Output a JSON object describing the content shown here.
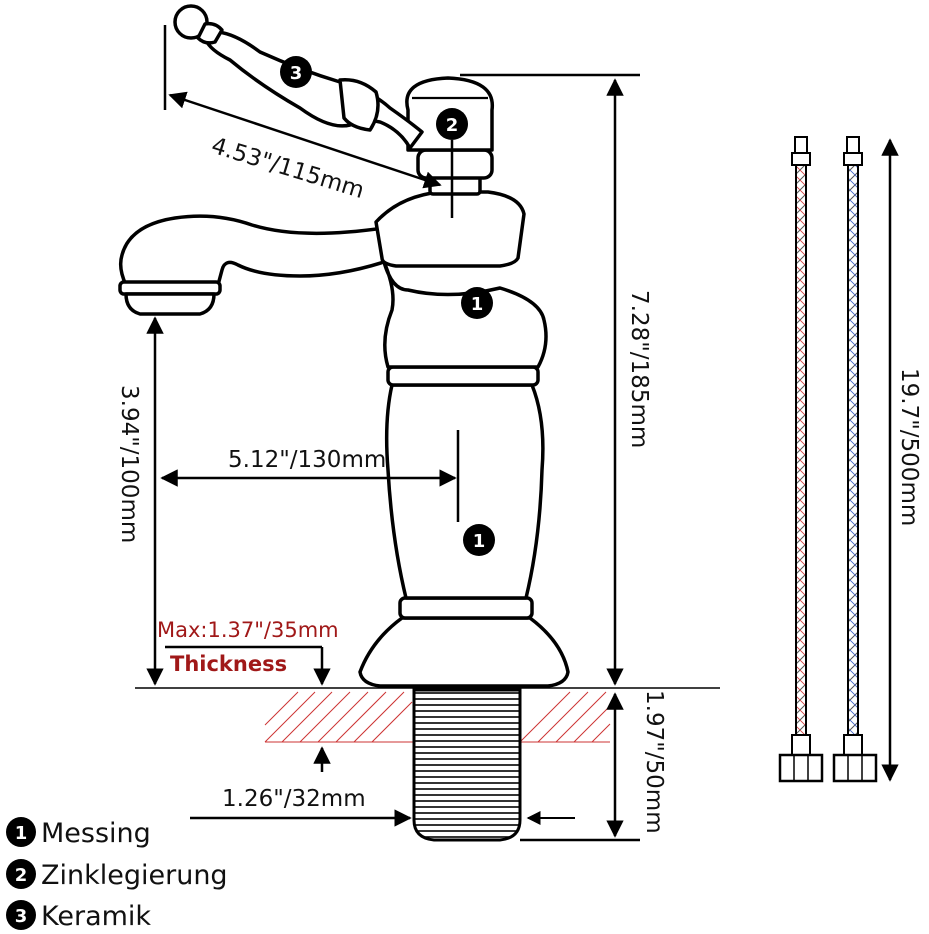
{
  "dimensions": {
    "handle_length": "4.53\"/115mm",
    "total_height": "7.28\"/185mm",
    "spout_height": "3.94\"/100mm",
    "spout_reach": "5.12\"/130mm",
    "shank_length": "1.97\"/50mm",
    "shank_diameter": "1.26\"/32mm",
    "hose_length": "19.7\"/500mm"
  },
  "thickness": {
    "max_label": "Max:1.37\"/35mm",
    "label": "Thickness"
  },
  "markers": {
    "one": "1",
    "two": "2",
    "three": "3"
  },
  "legend": [
    {
      "number": "1",
      "label": "Messing"
    },
    {
      "number": "2",
      "label": "Zinklegierung"
    },
    {
      "number": "3",
      "label": "Keramik"
    }
  ],
  "colors": {
    "outline": "#000000",
    "thickness_text": "#a01818",
    "hatch": "#cc3333",
    "hose_red": "#d04040",
    "hose_blue": "#4060c0"
  }
}
